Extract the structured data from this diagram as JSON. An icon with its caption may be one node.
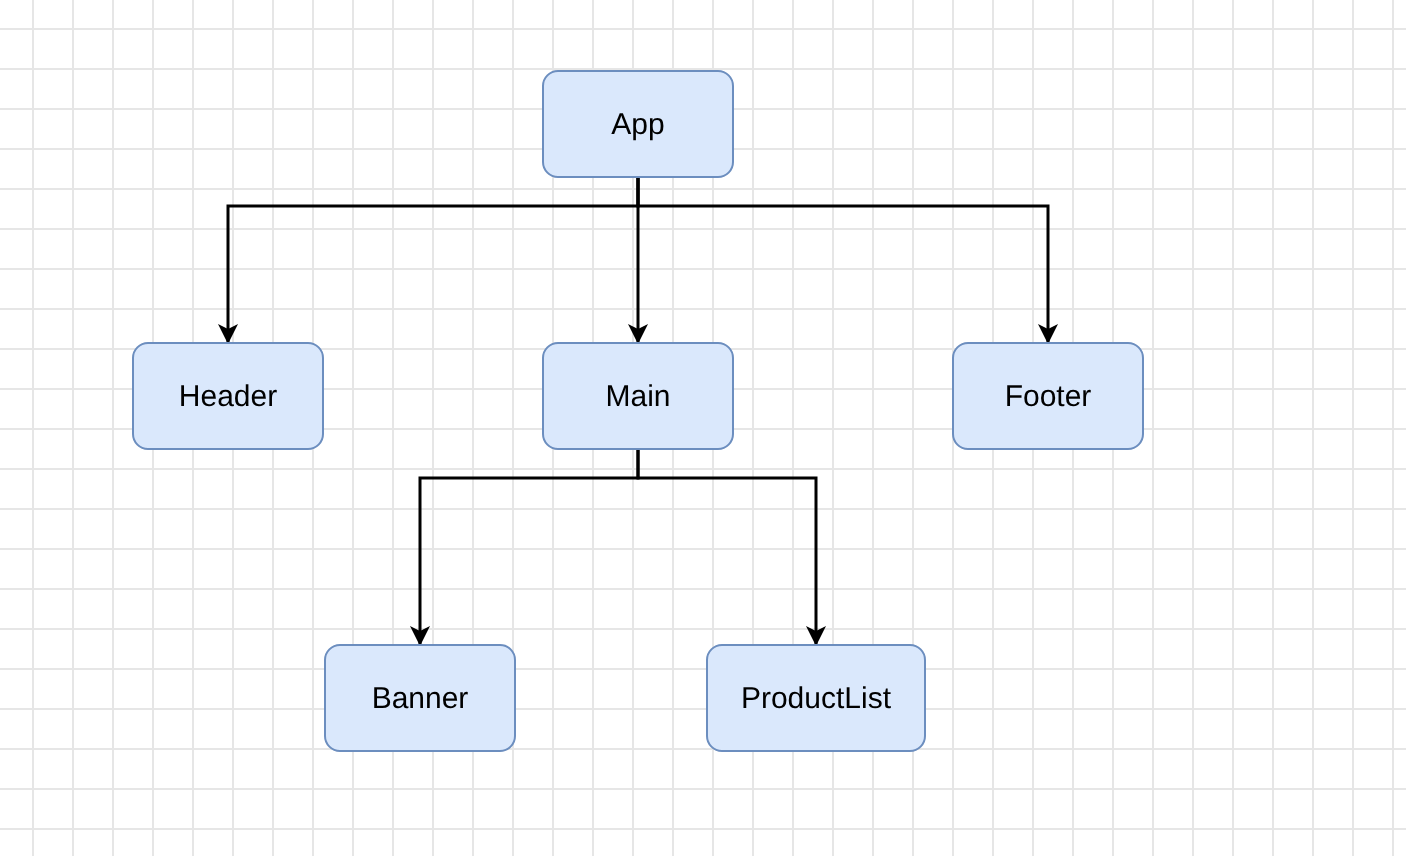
{
  "diagram": {
    "nodes": [
      {
        "text": [
          "App"
        ]
      },
      {
        "text": [
          "Header"
        ]
      },
      {
        "text": [
          "Main"
        ]
      },
      {
        "text": [
          "Footer"
        ]
      },
      {
        "text": [
          "Banner"
        ]
      },
      {
        "text": [
          "ProductList"
        ]
      }
    ],
    "edges": [
      {
        "from": 0,
        "to": 1,
        "arrow": "to"
      },
      {
        "from": 0,
        "to": 2,
        "arrow": "to"
      },
      {
        "from": 0,
        "to": 3,
        "arrow": "to"
      },
      {
        "from": 2,
        "to": 4,
        "arrow": "to"
      },
      {
        "from": 2,
        "to": 5,
        "arrow": "to"
      }
    ]
  }
}
